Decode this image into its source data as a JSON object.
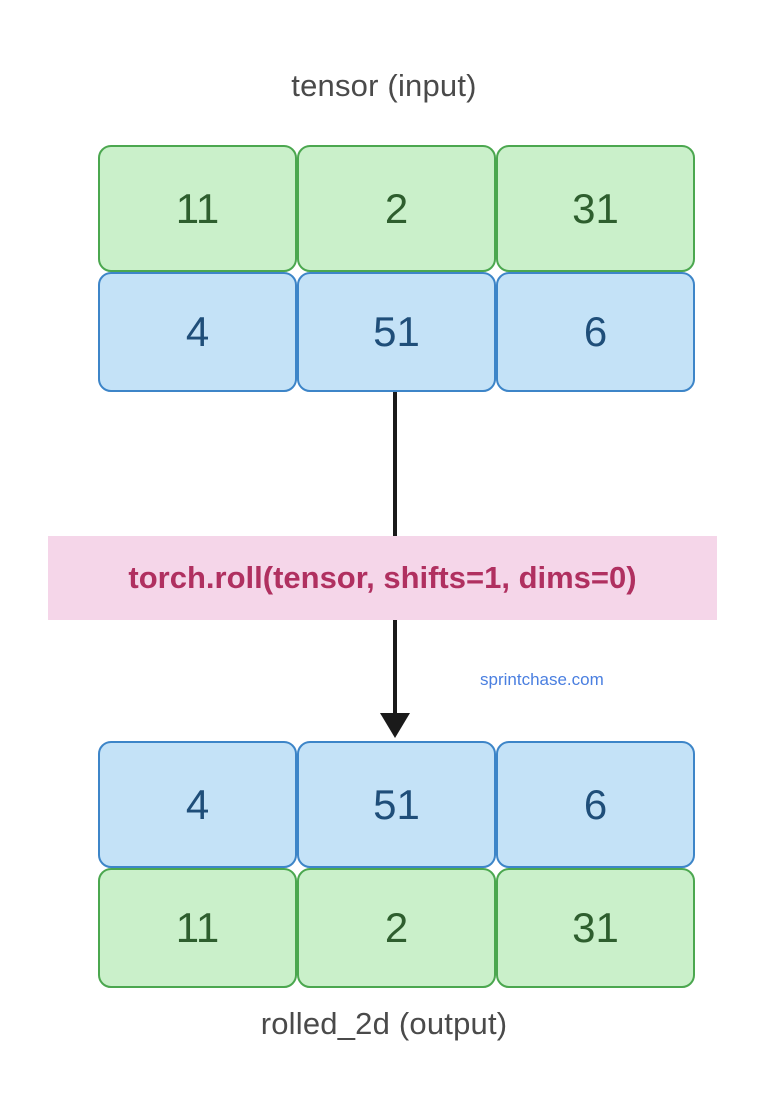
{
  "diagram": {
    "input_caption": "tensor (input)",
    "output_caption": "rolled_2d (output)",
    "operation_label": "torch.roll(tensor, shifts=1, dims=0)",
    "watermark": "sprintchase.com",
    "colors": {
      "green_fill": "#caf0ca",
      "green_border": "#4ba74f",
      "green_text": "#2e5e2e",
      "blue_fill": "#c4e2f7",
      "blue_border": "#3d85c8",
      "blue_text": "#1f4e79",
      "op_box_fill": "#f5d6e9",
      "op_box_text": "#b03060",
      "caption_text": "#4a4a4a",
      "watermark_text": "#4a7fe0",
      "arrow": "#1a1a1a"
    },
    "input_tensor": {
      "rows": [
        {
          "color": "green",
          "values": [
            "11",
            "2",
            "31"
          ]
        },
        {
          "color": "blue",
          "values": [
            "4",
            "51",
            "6"
          ]
        }
      ]
    },
    "output_tensor": {
      "rows": [
        {
          "color": "blue",
          "values": [
            "4",
            "51",
            "6"
          ]
        },
        {
          "color": "green",
          "values": [
            "11",
            "2",
            "31"
          ]
        }
      ]
    }
  }
}
